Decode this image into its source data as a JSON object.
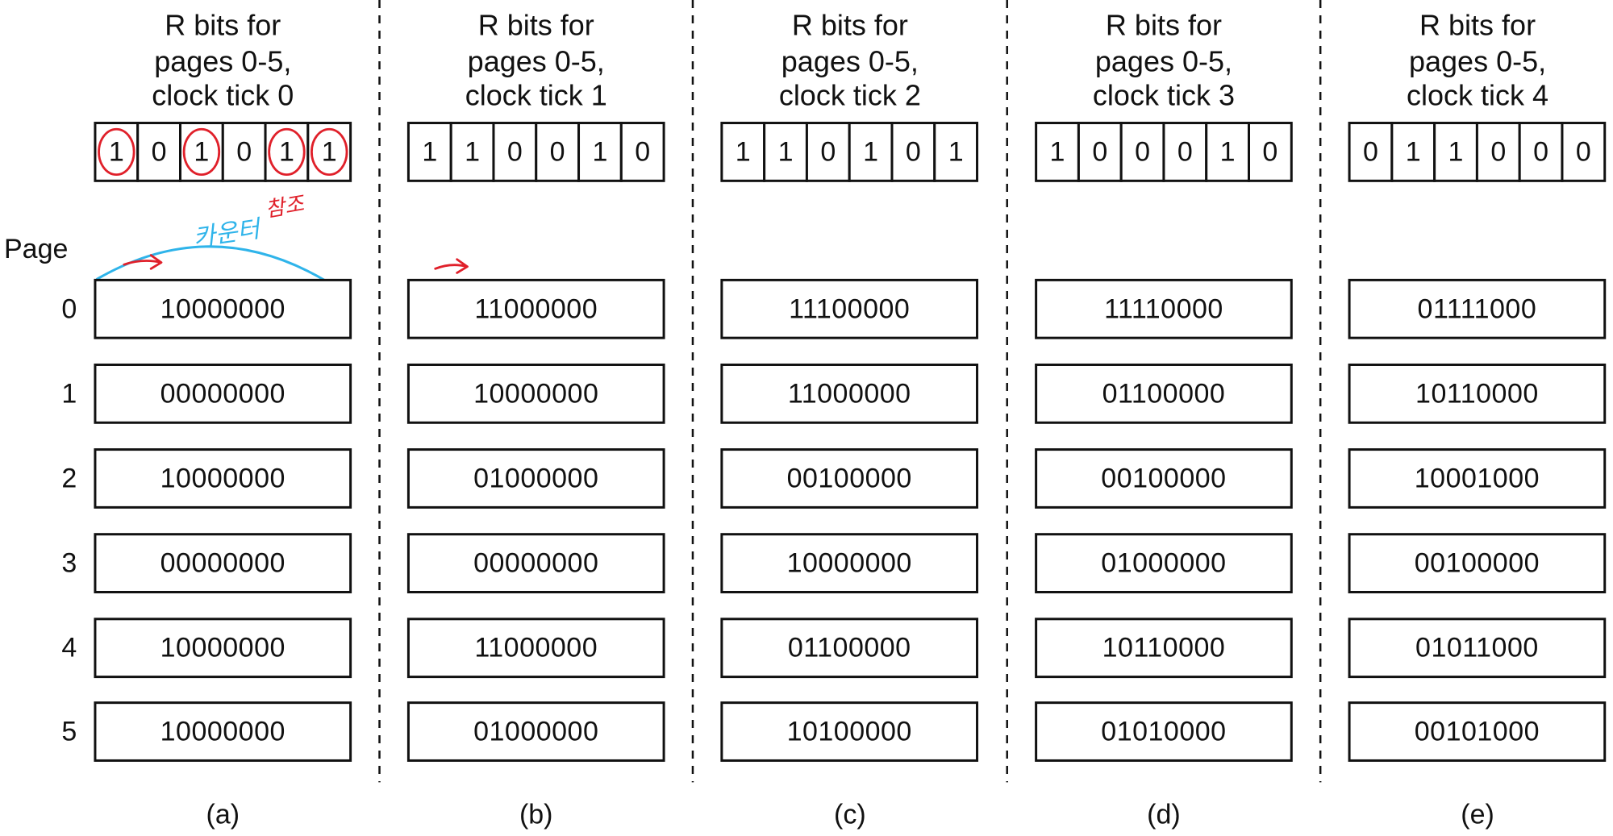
{
  "row_header": "Page",
  "row_labels": [
    "0",
    "1",
    "2",
    "3",
    "4",
    "5"
  ],
  "panels": [
    {
      "caption_lines": [
        "R bits for",
        "pages 0-5,",
        "clock tick 0"
      ],
      "r_bits": [
        "1",
        "0",
        "1",
        "0",
        "1",
        "1"
      ],
      "counters": [
        "10000000",
        "00000000",
        "10000000",
        "00000000",
        "10000000",
        "10000000"
      ],
      "label": "(a)"
    },
    {
      "caption_lines": [
        "R bits for",
        "pages 0-5,",
        "clock tick 1"
      ],
      "r_bits": [
        "1",
        "1",
        "0",
        "0",
        "1",
        "0"
      ],
      "counters": [
        "11000000",
        "10000000",
        "01000000",
        "00000000",
        "11000000",
        "01000000"
      ],
      "label": "(b)"
    },
    {
      "caption_lines": [
        "R bits for",
        "pages 0-5,",
        "clock tick 2"
      ],
      "r_bits": [
        "1",
        "1",
        "0",
        "1",
        "0",
        "1"
      ],
      "counters": [
        "11100000",
        "11000000",
        "00100000",
        "10000000",
        "01100000",
        "10100000"
      ],
      "label": "(c)"
    },
    {
      "caption_lines": [
        "R bits for",
        "pages 0-5,",
        "clock tick 3"
      ],
      "r_bits": [
        "1",
        "0",
        "0",
        "0",
        "1",
        "0"
      ],
      "counters": [
        "11110000",
        "01100000",
        "00100000",
        "01000000",
        "10110000",
        "01010000"
      ],
      "label": "(d)"
    },
    {
      "caption_lines": [
        "R bits for",
        "pages 0-5,",
        "clock tick 4"
      ],
      "r_bits": [
        "0",
        "1",
        "1",
        "0",
        "0",
        "0"
      ],
      "counters": [
        "01111000",
        "10110000",
        "10001000",
        "00100000",
        "01011000",
        "00101000"
      ],
      "label": "(e)"
    }
  ],
  "annotations": {
    "blue_note": "카운터",
    "red_note": "참조",
    "circled_bits_panel_a": [
      0,
      2,
      4,
      5
    ],
    "highlighted_rows_panel_a": [
      0,
      2,
      4,
      5
    ],
    "ink_colors": {
      "red": "#e0202a",
      "blue": "#2fb4ea",
      "highlight": "#f6f16a"
    }
  }
}
